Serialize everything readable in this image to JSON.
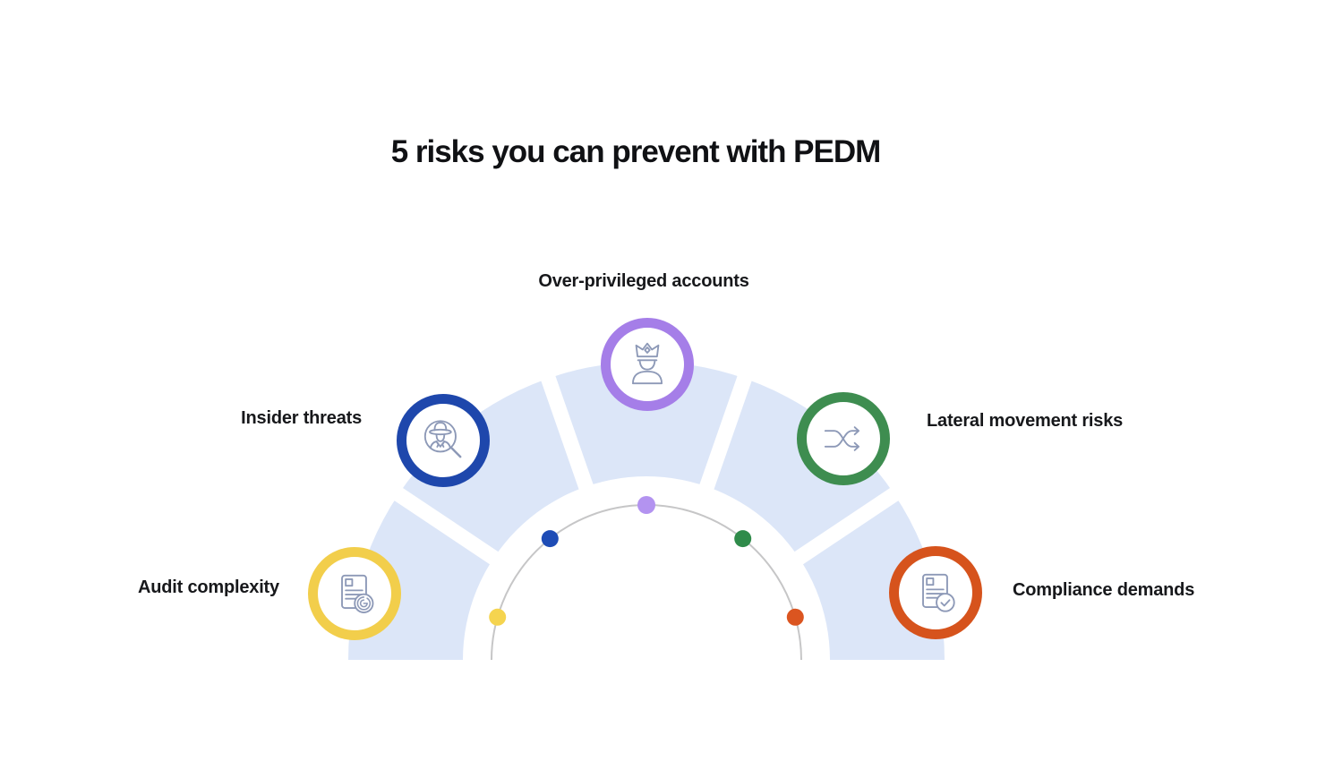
{
  "title": "5 risks you can prevent with PEDM",
  "items": [
    {
      "id": "over-privileged-accounts",
      "label": "Over-privileged accounts",
      "icon": "crown-user-icon",
      "color": "#A57EE8",
      "dot_color": "#B393F0"
    },
    {
      "id": "insider-threats",
      "label": "Insider threats",
      "icon": "spy-search-icon",
      "color": "#1E47AC",
      "dot_color": "#1E4CB6"
    },
    {
      "id": "lateral-movement-risks",
      "label": "Lateral movement risks",
      "icon": "shuffle-arrows-icon",
      "color": "#3E8D50",
      "dot_color": "#2F8B4A"
    },
    {
      "id": "audit-complexity",
      "label": "Audit complexity",
      "icon": "audit-document-icon",
      "color": "#F2CE4B",
      "dot_color": "#F5D44F"
    },
    {
      "id": "compliance-demands",
      "label": "Compliance demands",
      "icon": "compliance-document-icon",
      "color": "#D6531C",
      "dot_color": "#DB5520"
    }
  ],
  "colors": {
    "fan_segment": "#DCE6F8",
    "arc": "#C6C6C7",
    "icon_stroke": "#8D99B7",
    "title_text": "#101114",
    "label_text": "#17181B",
    "background": "#FFFFFF"
  }
}
